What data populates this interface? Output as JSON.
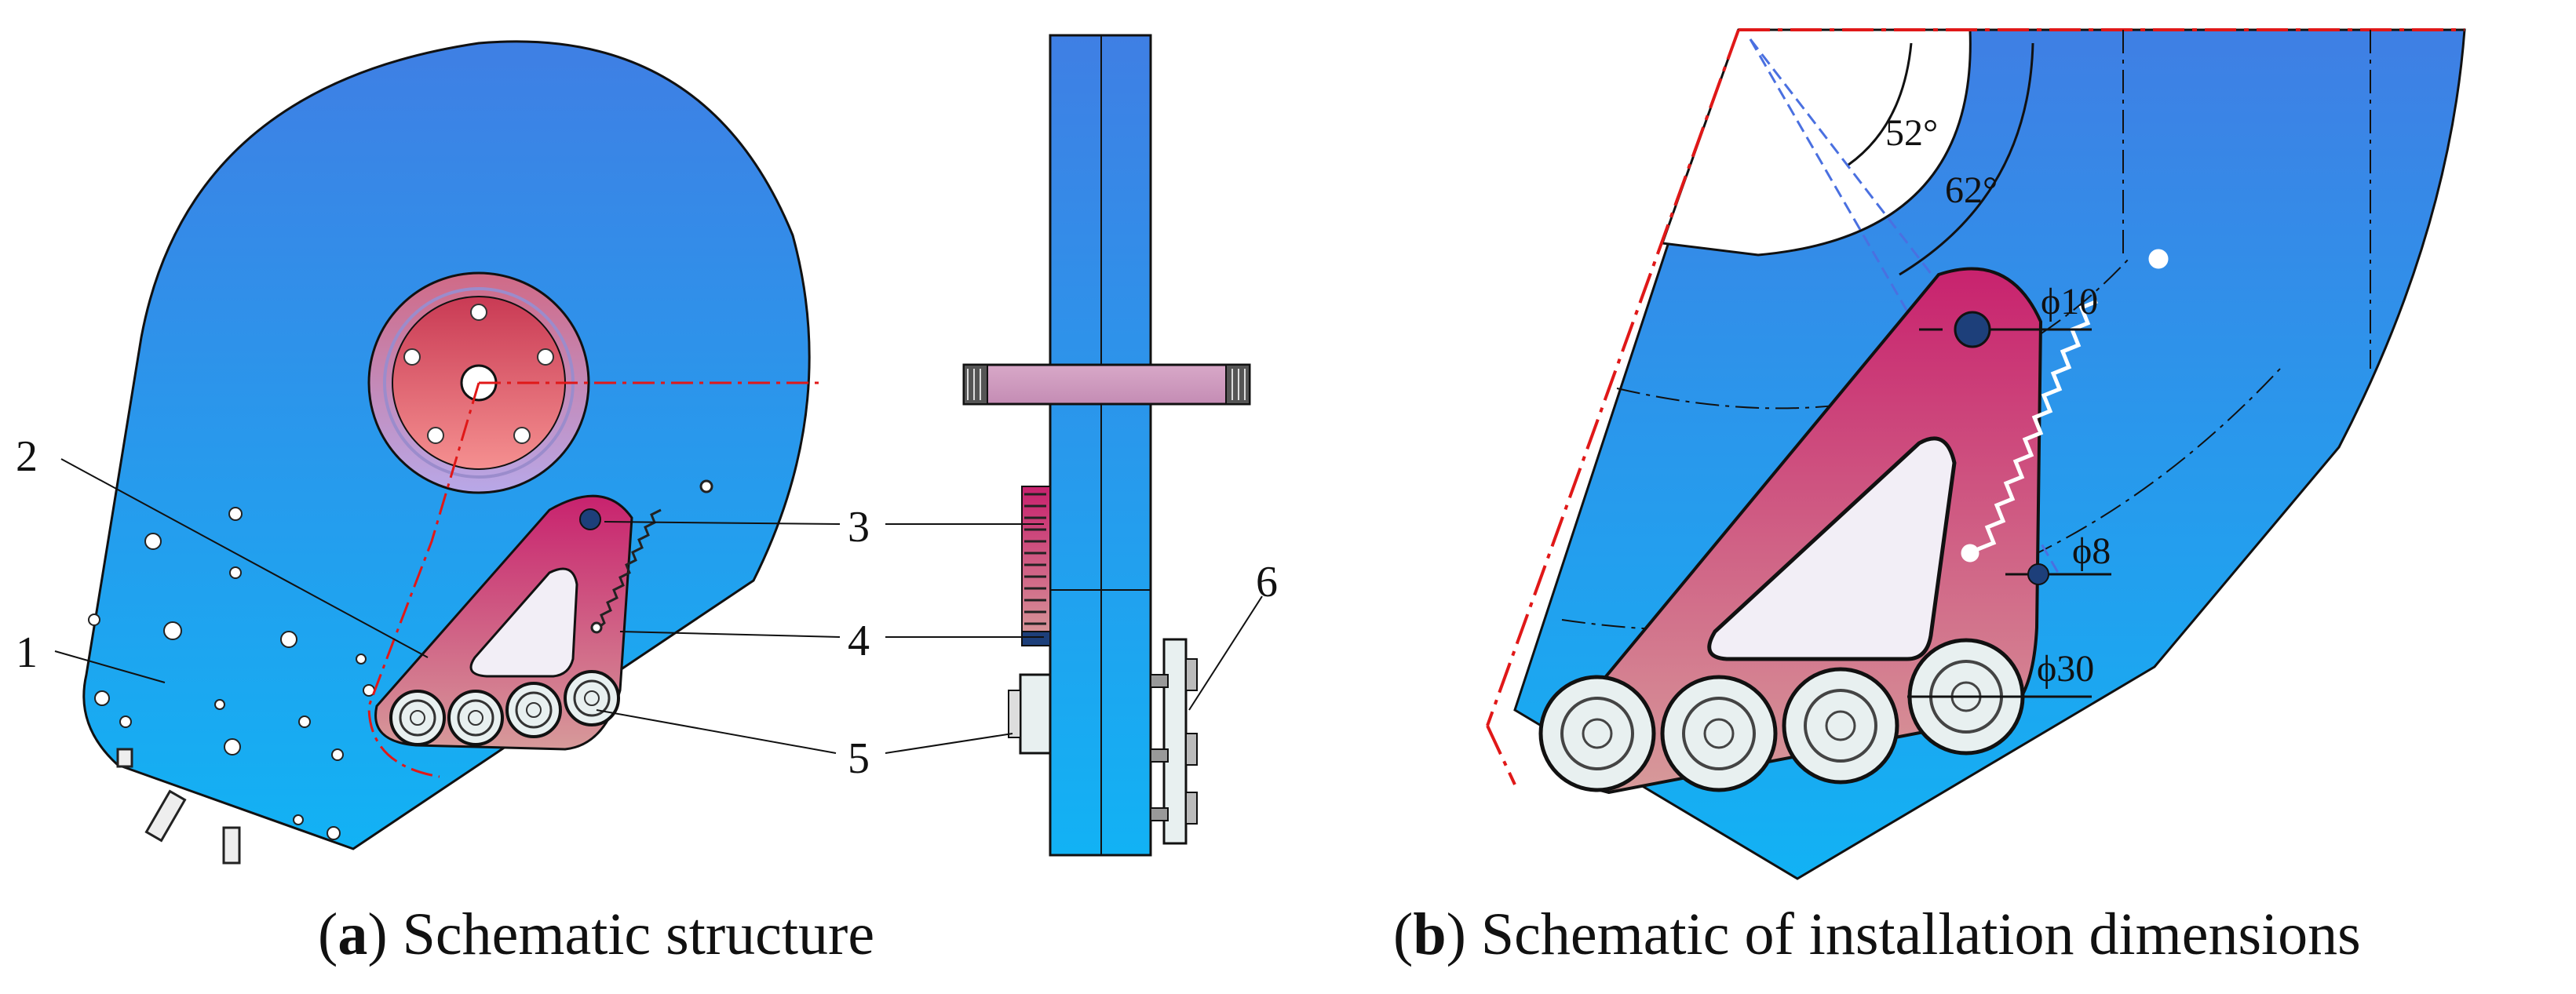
{
  "panel_a": {
    "caption_open": "(",
    "caption_letter": "a",
    "caption_rest": ") Schematic structure",
    "callouts": [
      {
        "id": "part-1",
        "text": "1"
      },
      {
        "id": "part-2",
        "text": "2"
      },
      {
        "id": "part-3",
        "text": "3"
      },
      {
        "id": "part-4",
        "text": "4"
      },
      {
        "id": "part-5",
        "text": "5"
      },
      {
        "id": "part-6",
        "text": "6"
      }
    ]
  },
  "panel_b": {
    "caption_open": "(",
    "caption_letter": "b",
    "caption_rest": ") Schematic of installation dimensions",
    "dimensions": {
      "angle_inner": "52°",
      "angle_outer": "62°",
      "hole_large": "ϕ10",
      "hole_small": "ϕ8",
      "roller": "ϕ30"
    }
  },
  "colors": {
    "plate_top": "#3f7fe4",
    "plate_bottom": "#12b2f4",
    "arm_top": "#c8226e",
    "arm_bottom": "#d79a9a",
    "hub_top": "#c93a54",
    "hub_bottom": "#f59090",
    "centerline": "#e01818",
    "roller": "#e8f0f0",
    "outline": "#111111"
  }
}
